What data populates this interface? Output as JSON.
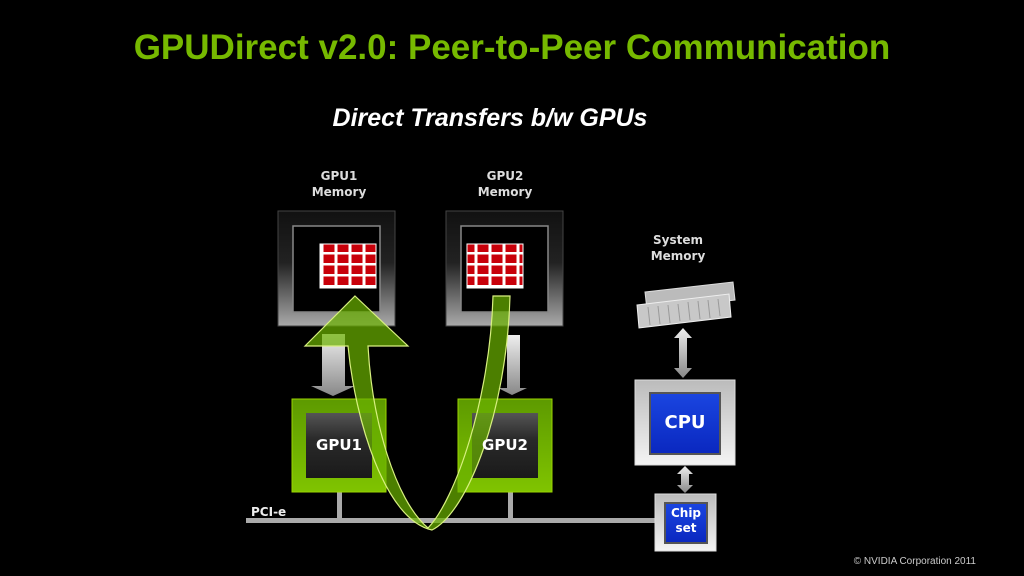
{
  "title": "GPUDirect v2.0: Peer-to-Peer Communication",
  "subtitle": "Direct Transfers b/w GPUs",
  "gpu1_memory": {
    "line1": "GPU1",
    "line2": "Memory"
  },
  "gpu2_memory": {
    "line1": "GPU2",
    "line2": "Memory"
  },
  "system_memory": {
    "line1": "System",
    "line2": "Memory"
  },
  "gpu1_label": "GPU1",
  "gpu2_label": "GPU2",
  "cpu_label": "CPU",
  "chipset": {
    "line1": "Chip",
    "line2": "set"
  },
  "bus_label": "PCI-e",
  "copyright": "© NVIDIA Corporation 2011",
  "colors": {
    "accent": "#76b900",
    "memory_cell": "#c8000a",
    "cpu_blue": "#0a2fd0"
  }
}
